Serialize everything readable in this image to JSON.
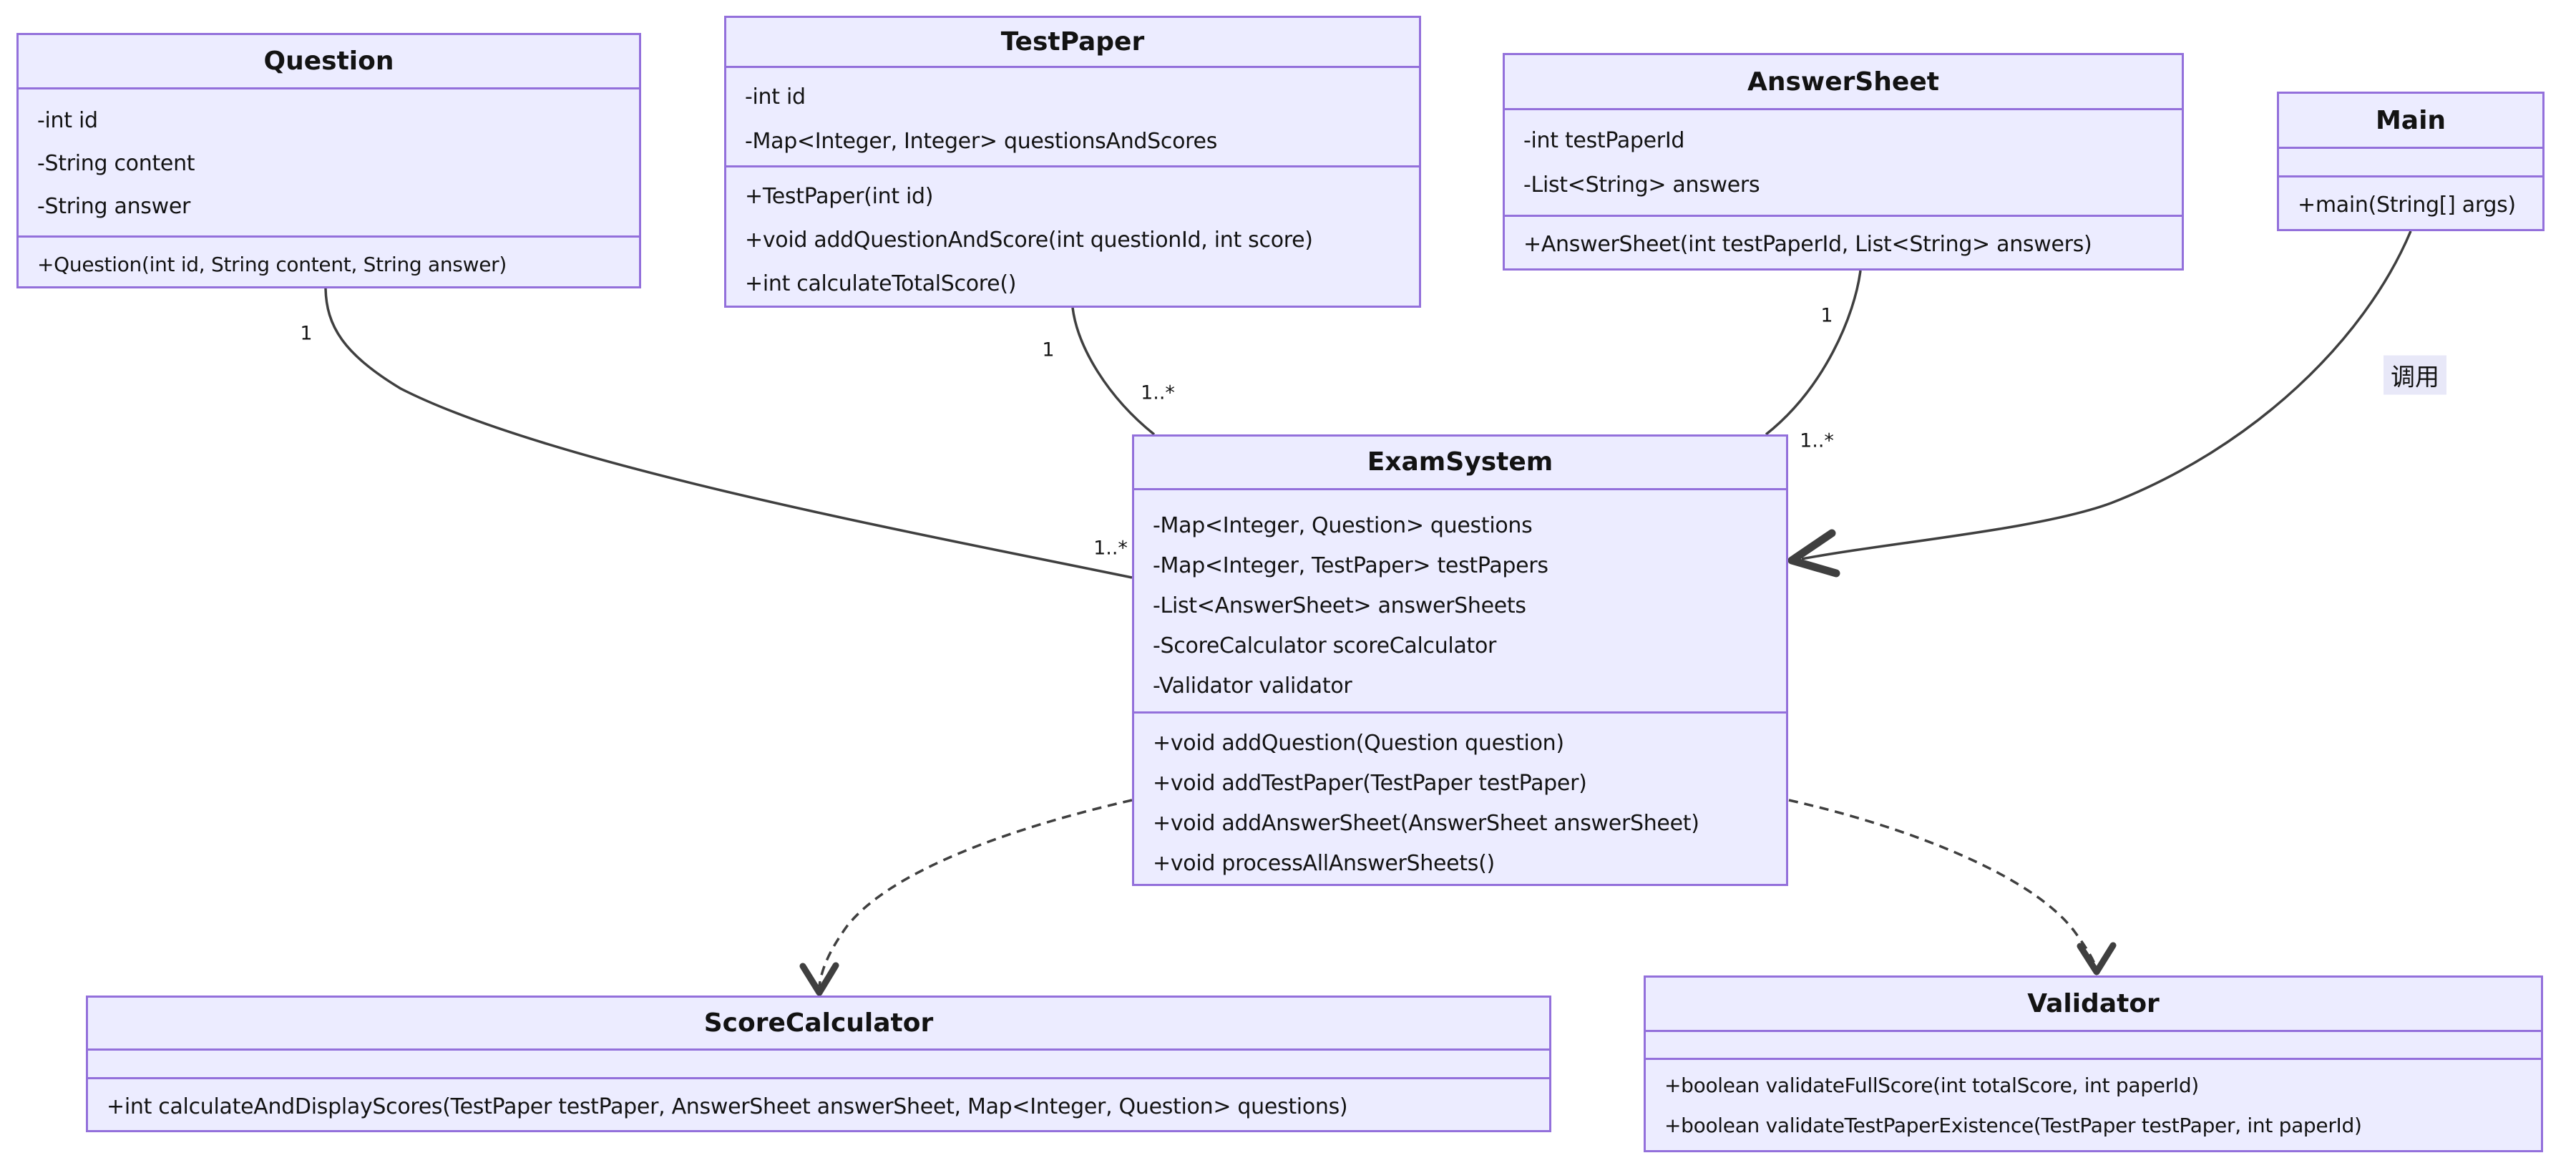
{
  "colors": {
    "box_fill": "#ECECFF",
    "box_border": "#9370DB",
    "line": "#3f3f3f",
    "text": "#131313",
    "label_bg": "#e8e8f8"
  },
  "classes": [
    {
      "name": "Question",
      "attributes": [
        "-int id",
        "-String content",
        "-String answer"
      ],
      "methods": [
        "+Question(int id, String content, String answer)"
      ]
    },
    {
      "name": "TestPaper",
      "attributes": [
        "-int id",
        "-Map<Integer, Integer> questionsAndScores"
      ],
      "methods": [
        "+TestPaper(int id)",
        "+void addQuestionAndScore(int questionId, int score)",
        "+int calculateTotalScore()"
      ]
    },
    {
      "name": "AnswerSheet",
      "attributes": [
        "-int testPaperId",
        "-List<String> answers"
      ],
      "methods": [
        "+AnswerSheet(int testPaperId, List<String> answers)"
      ]
    },
    {
      "name": "Main",
      "attributes": [],
      "methods": [
        "+main(String[] args)"
      ]
    },
    {
      "name": "ExamSystem",
      "attributes": [
        "-Map<Integer, Question> questions",
        "-Map<Integer, TestPaper> testPapers",
        "-List<AnswerSheet> answerSheets",
        "-ScoreCalculator scoreCalculator",
        "-Validator validator"
      ],
      "methods": [
        "+void addQuestion(Question question)",
        "+void addTestPaper(TestPaper testPaper)",
        "+void addAnswerSheet(AnswerSheet answerSheet)",
        "+void processAllAnswerSheets()"
      ]
    },
    {
      "name": "ScoreCalculator",
      "attributes": [],
      "methods": [
        "+int calculateAndDisplayScores(TestPaper testPaper, AnswerSheet answerSheet, Map<Integer, Question> questions)"
      ]
    },
    {
      "name": "Validator",
      "attributes": [],
      "methods": [
        "+boolean validateFullScore(int totalScore, int paperId)",
        "+boolean validateTestPaperExistence(TestPaper testPaper, int paperId)"
      ]
    }
  ],
  "relations": [
    {
      "from": "Question",
      "to": "ExamSystem",
      "from_card": "1",
      "to_card": "1..*",
      "type": "association"
    },
    {
      "from": "TestPaper",
      "to": "ExamSystem",
      "from_card": "1",
      "to_card": "1..*",
      "type": "association"
    },
    {
      "from": "AnswerSheet",
      "to": "ExamSystem",
      "from_card": "1",
      "to_card": "1..*",
      "type": "association"
    },
    {
      "from": "Main",
      "to": "ExamSystem",
      "label": "调用",
      "type": "directed-arrow"
    },
    {
      "from": "ExamSystem",
      "to": "ScoreCalculator",
      "type": "dashed-dependency"
    },
    {
      "from": "ExamSystem",
      "to": "Validator",
      "type": "dashed-dependency"
    }
  ]
}
